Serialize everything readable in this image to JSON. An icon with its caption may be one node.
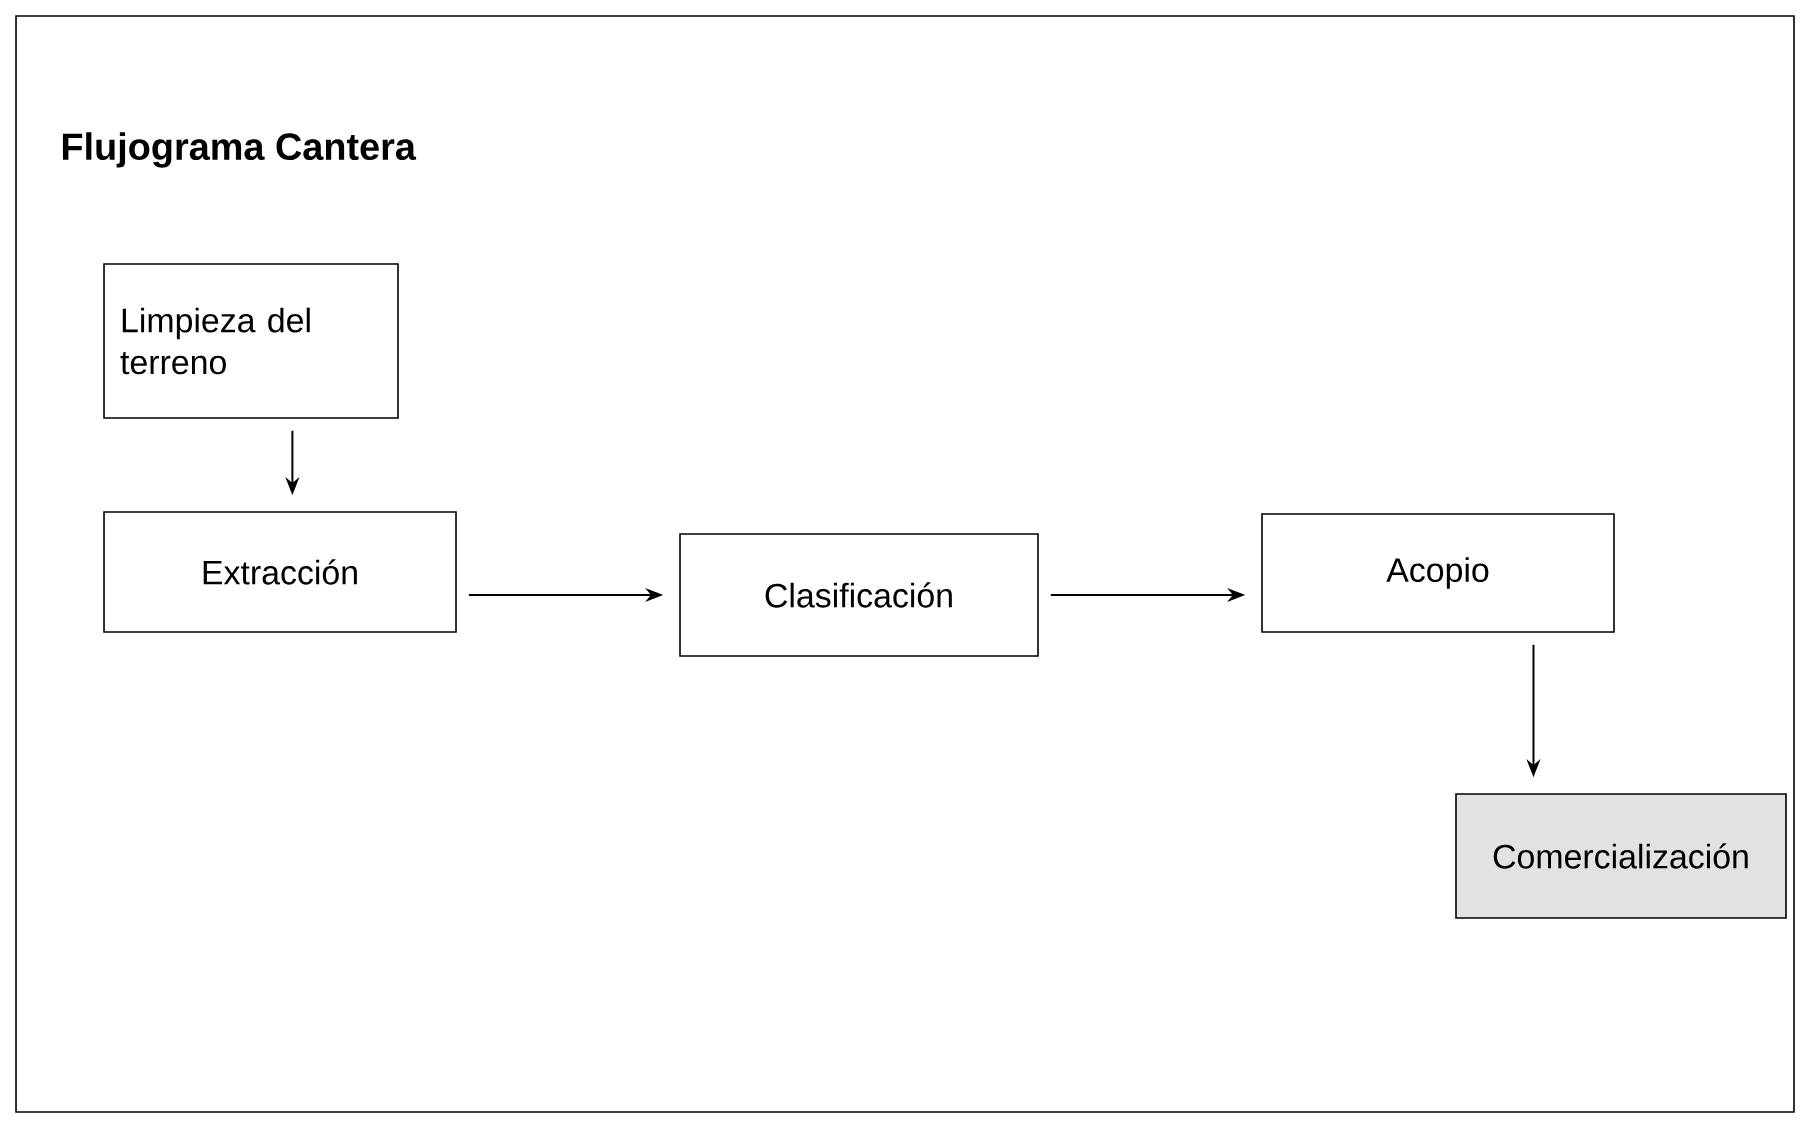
{
  "diagram": {
    "title": "Flujograma Cantera",
    "nodes": [
      {
        "text": [
          "Limpieza del terreno"
        ]
      },
      {
        "text": [
          "Extracción"
        ]
      },
      {
        "text": [
          "Clasificación"
        ]
      },
      {
        "text": [
          "Acopio"
        ]
      },
      {
        "text": [
          "Comercialización"
        ]
      }
    ],
    "edges": [
      {
        "from": 0,
        "to": 1,
        "arrow": "to"
      },
      {
        "from": 1,
        "to": 2,
        "arrow": "to"
      },
      {
        "from": 2,
        "to": 3,
        "arrow": "to"
      },
      {
        "from": 3,
        "to": 4,
        "arrow": "to"
      }
    ]
  }
}
